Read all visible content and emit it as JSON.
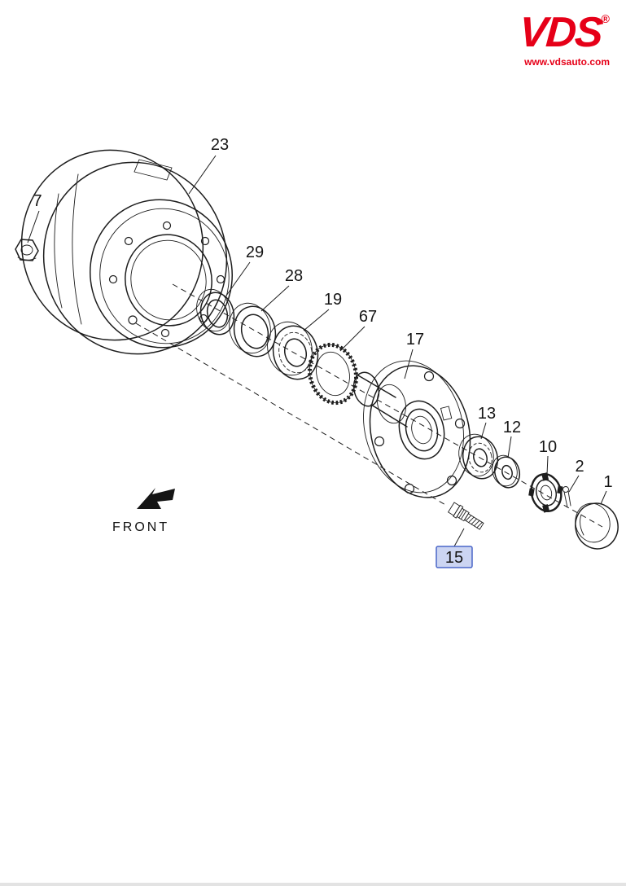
{
  "brand": {
    "logo_text": "VDS",
    "registered": "®",
    "website": "www.vdsauto.com",
    "logo_color": "#e60018"
  },
  "diagram": {
    "front_label": "FRONT",
    "highlight": {
      "fill": "#ccd5f2",
      "border": "#4a66c8",
      "text_color": "#1f3a93"
    },
    "part_numbers": [
      "7",
      "23",
      "29",
      "28",
      "19",
      "67",
      "17",
      "13",
      "12",
      "10",
      "2",
      "1",
      "15"
    ],
    "highlighted_part": "15"
  }
}
